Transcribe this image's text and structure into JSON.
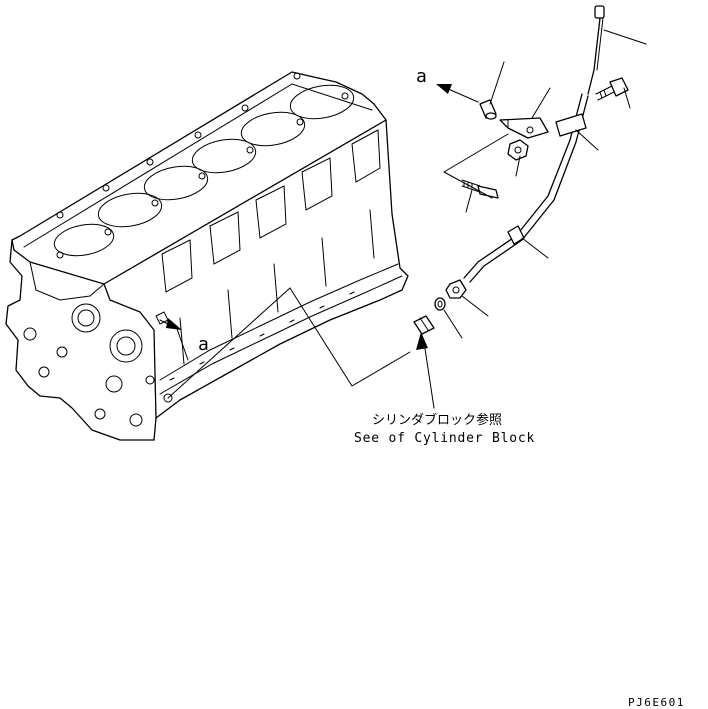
{
  "labels": {
    "view_marker_top": "a",
    "view_marker_block": "a",
    "reference_jp": "シリンダブロック参照",
    "reference_en": "See of Cylinder Block",
    "drawing_code": "PJ6E601"
  }
}
